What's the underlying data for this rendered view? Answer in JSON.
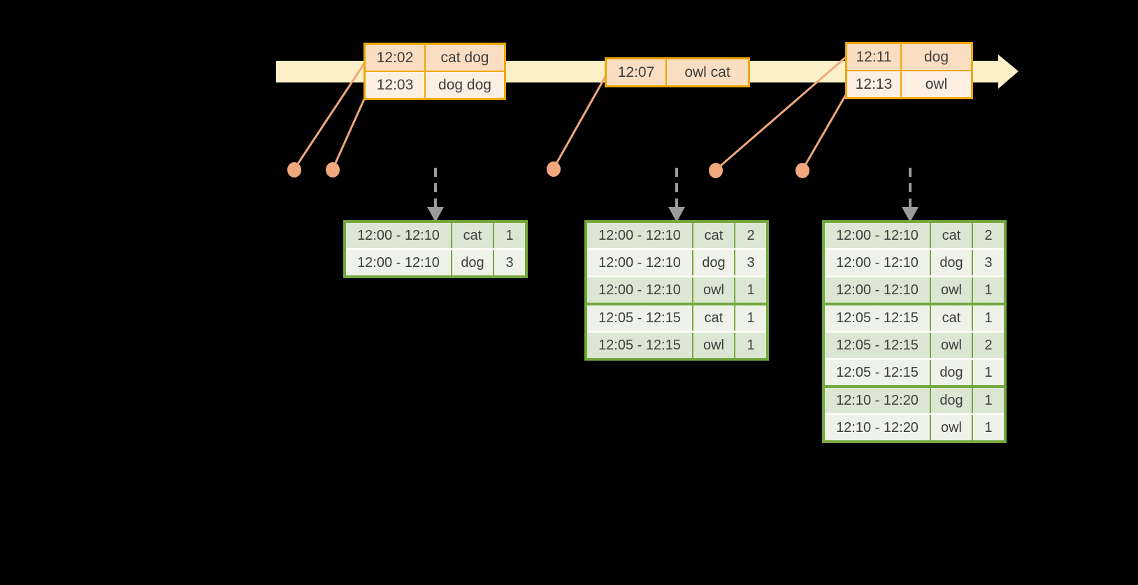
{
  "colors": {
    "background": "#000000",
    "timeline_band": "#fcf0c8",
    "event_table_border": "#eda800",
    "event_row_dark": "#fbdec1",
    "event_row_light": "#fdefe2",
    "connector_salmon": "#f0a87c",
    "result_table_border": "#74a83d",
    "result_row_dark": "#dbe7d2",
    "result_row_light": "#eef2e9",
    "trigger_arrow_gray": "#9b9b9b",
    "text": "#3e3e3e"
  },
  "event_tables": [
    {
      "rows": [
        {
          "time": "12:02",
          "words": "cat dog"
        },
        {
          "time": "12:03",
          "words": "dog dog"
        }
      ]
    },
    {
      "rows": [
        {
          "time": "12:07",
          "words": "owl cat"
        }
      ]
    },
    {
      "rows": [
        {
          "time": "12:11",
          "words": "dog"
        },
        {
          "time": "12:13",
          "words": "owl"
        }
      ]
    }
  ],
  "result_tables": [
    {
      "rows": [
        {
          "window": "12:00 - 12:10",
          "word": "cat",
          "count": "1"
        },
        {
          "window": "12:00 - 12:10",
          "word": "dog",
          "count": "3"
        }
      ]
    },
    {
      "rows": [
        {
          "window": "12:00 - 12:10",
          "word": "cat",
          "count": "2"
        },
        {
          "window": "12:00 - 12:10",
          "word": "dog",
          "count": "3"
        },
        {
          "window": "12:00 - 12:10",
          "word": "owl",
          "count": "1"
        },
        {
          "window": "12:05 - 12:15",
          "word": "cat",
          "count": "1"
        },
        {
          "window": "12:05 - 12:15",
          "word": "owl",
          "count": "1"
        }
      ]
    },
    {
      "rows": [
        {
          "window": "12:00 - 12:10",
          "word": "cat",
          "count": "2"
        },
        {
          "window": "12:00 - 12:10",
          "word": "dog",
          "count": "3"
        },
        {
          "window": "12:00 - 12:10",
          "word": "owl",
          "count": "1"
        },
        {
          "window": "12:05 - 12:15",
          "word": "cat",
          "count": "1"
        },
        {
          "window": "12:05 - 12:15",
          "word": "owl",
          "count": "2"
        },
        {
          "window": "12:05 - 12:15",
          "word": "dog",
          "count": "1"
        },
        {
          "window": "12:10 - 12:20",
          "word": "dog",
          "count": "1"
        },
        {
          "window": "12:10 - 12:20",
          "word": "owl",
          "count": "1"
        }
      ]
    }
  ]
}
